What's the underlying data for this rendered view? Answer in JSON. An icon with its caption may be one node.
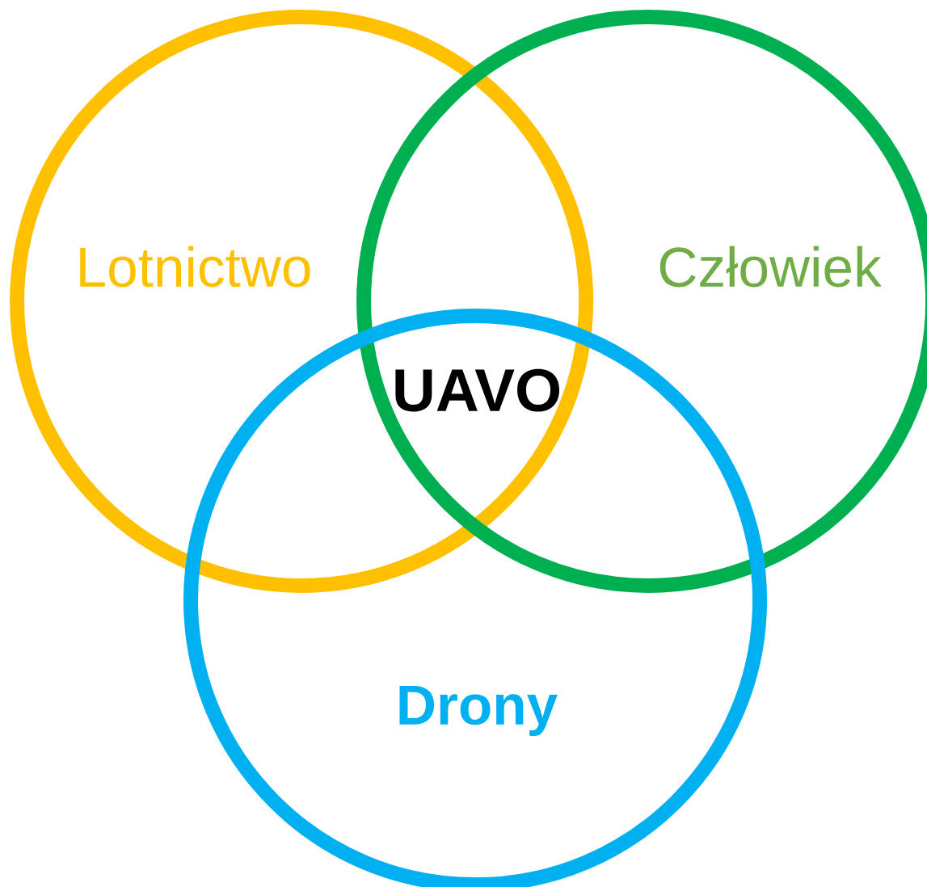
{
  "diagram": {
    "nodes": [
      {
        "text": [
          "Lotnictwo"
        ]
      },
      {
        "text": [
          "Człowiek"
        ]
      },
      {
        "text": [
          "Drony"
        ]
      }
    ],
    "labels": [
      "UAVO"
    ]
  }
}
